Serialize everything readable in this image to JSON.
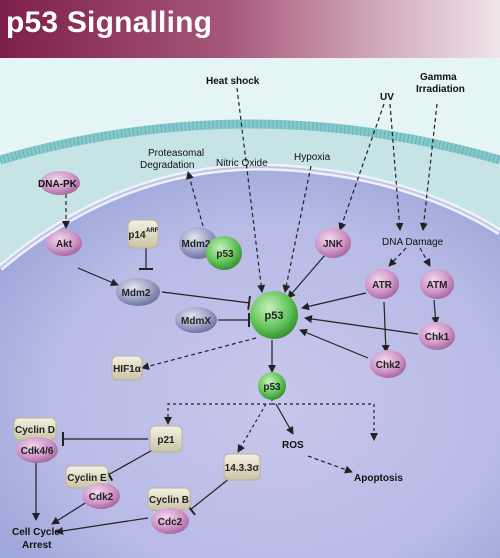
{
  "header": {
    "title": "p53 Signalling"
  },
  "stimuli": {
    "heat_shock": "Heat shock",
    "nitric_oxide": "Nitric Oxide",
    "hypoxia": "Hypoxia",
    "uv": "UV",
    "gamma_line1": "Gamma",
    "gamma_line2": "Irradiation",
    "proteasomal_line1": "Proteasomal",
    "proteasomal_line2": "Degradation",
    "dna_damage": "DNA Damage"
  },
  "nodes": {
    "dna_pk": "DNA-PK",
    "akt": "Akt",
    "p14": "p14",
    "p14_sup": "ARF",
    "mdm2_complex": "Mdm2",
    "p53_complex": "p53",
    "mdm2": "Mdm2",
    "mdmx": "MdmX",
    "p53_main": "p53",
    "jnk": "JNK",
    "atr": "ATR",
    "atm": "ATM",
    "chk1": "Chk1",
    "chk2": "Chk2",
    "hif1a": "HIF1α",
    "p53_nuclear": "p53",
    "p21": "p21",
    "cyclin_d": "Cyclin D",
    "cdk46": "Cdk4/6",
    "cyclin_e": "Cyclin E",
    "cdk2": "Cdk2",
    "cyclin_b": "Cyclin B",
    "cdc2": "Cdc2",
    "sigma": "14.3.3σ"
  },
  "outcomes": {
    "ros": "ROS",
    "apoptosis": "Apoptosis",
    "arrest_line1": "Cell Cycle",
    "arrest_line2": "Arrest"
  },
  "colors": {
    "pink": "#c88ac2",
    "green": "#5cbf52",
    "blue_grey": "#8a8fb5",
    "beige": "#ddd8be",
    "membrane": "#7fc8cc"
  }
}
